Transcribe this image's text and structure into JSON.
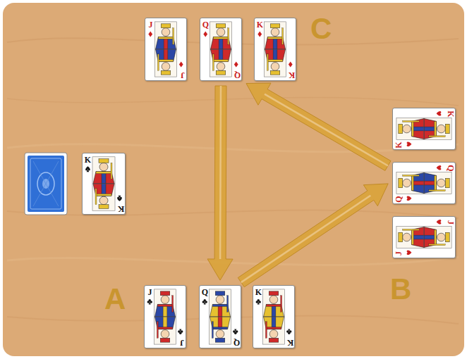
{
  "diagram": {
    "nodes": [
      {
        "text": [
          "J",
          "J"
        ]
      },
      {
        "text": [
          "Q",
          "Q"
        ]
      },
      {
        "text": [
          "K",
          "K"
        ]
      },
      {
        "text": [
          "K",
          "K"
        ]
      },
      {
        "text": [
          "K",
          "K"
        ]
      },
      {
        "text": [
          "Q",
          "Q"
        ]
      },
      {
        "text": [
          "J",
          "J"
        ]
      },
      {
        "text": [
          "J",
          "J"
        ]
      },
      {
        "text": [
          "Q",
          "Q"
        ]
      },
      {
        "text": [
          "K",
          "K"
        ]
      }
    ],
    "edges": [
      {
        "from": 1,
        "to": 8,
        "arrow": "to"
      },
      {
        "from": 8,
        "to": 5,
        "arrow": "to"
      },
      {
        "from": 5,
        "to": 1,
        "arrow": "to"
      }
    ],
    "labels": [
      "C",
      "A",
      "B"
    ]
  }
}
